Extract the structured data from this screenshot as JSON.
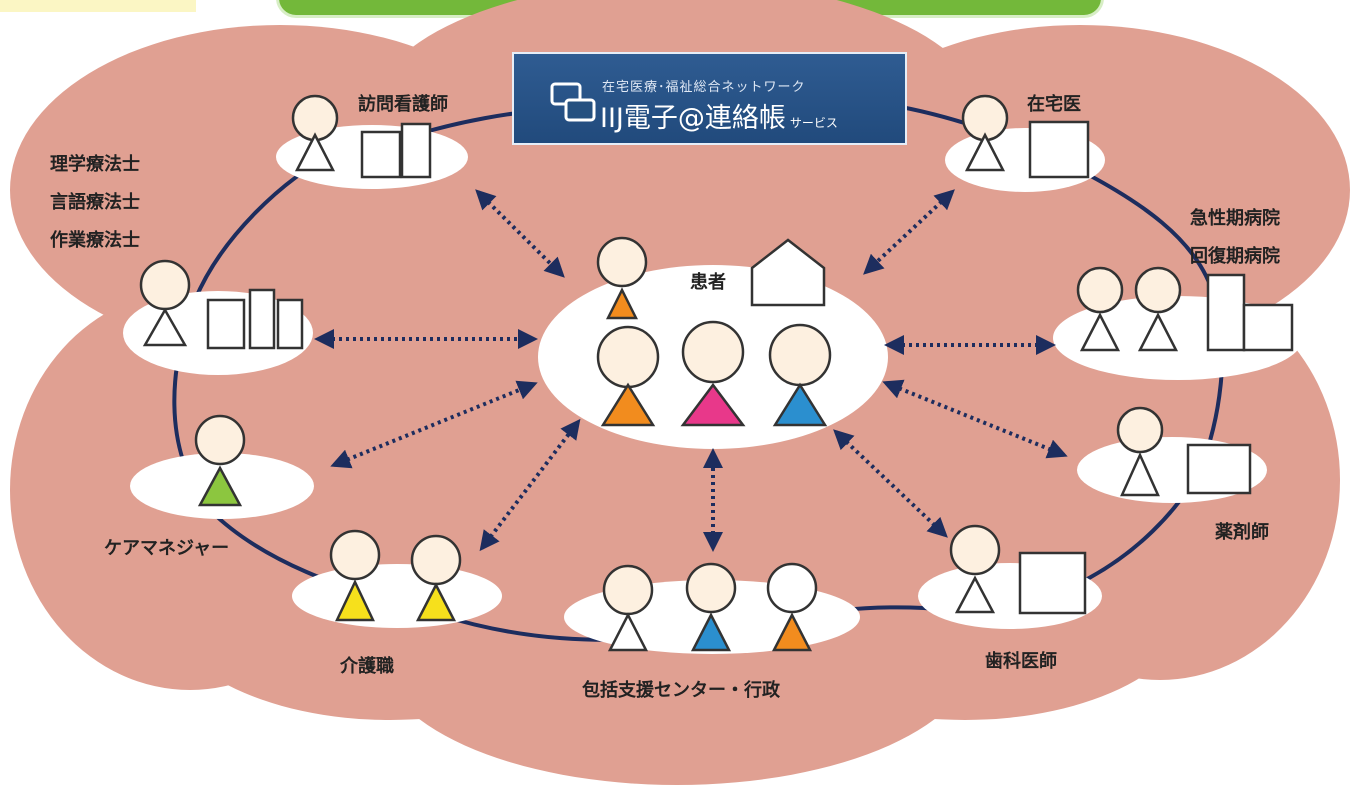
{
  "banner": {
    "subtitle": "在宅医療･福祉総合ネットワーク",
    "title": "IIJ電子@連絡帳",
    "service_suffix": "サービス"
  },
  "roles": {
    "visiting_nurse": "訪問看護師",
    "home_doctor": "在宅医",
    "pt": "理学療法士",
    "st": "言語療法士",
    "ot": "作業療法士",
    "acute_hospital": "急性期病院",
    "recovery_hospital": "回復期病院",
    "patient": "患者",
    "pharmacist": "薬剤師",
    "care_manager": "ケアマネジャー",
    "care_worker": "介護職",
    "dentist": "歯科医師",
    "support_center": "包括支援センター・行政"
  },
  "colors": {
    "cloud": "#e0a092",
    "cloud_edge": "#d28a7b",
    "node": "#ffffff",
    "ring_line": "#1d2d5e",
    "arrow": "#1d2d5e",
    "banner": "#25507f",
    "top_bar": "#73b83a",
    "orange_shirt": "#f28c1e",
    "pink_shirt": "#e8388a",
    "blue_shirt": "#2b8fcf",
    "yellow_vest": "#f6e01c",
    "green_vest": "#8cc63f"
  }
}
